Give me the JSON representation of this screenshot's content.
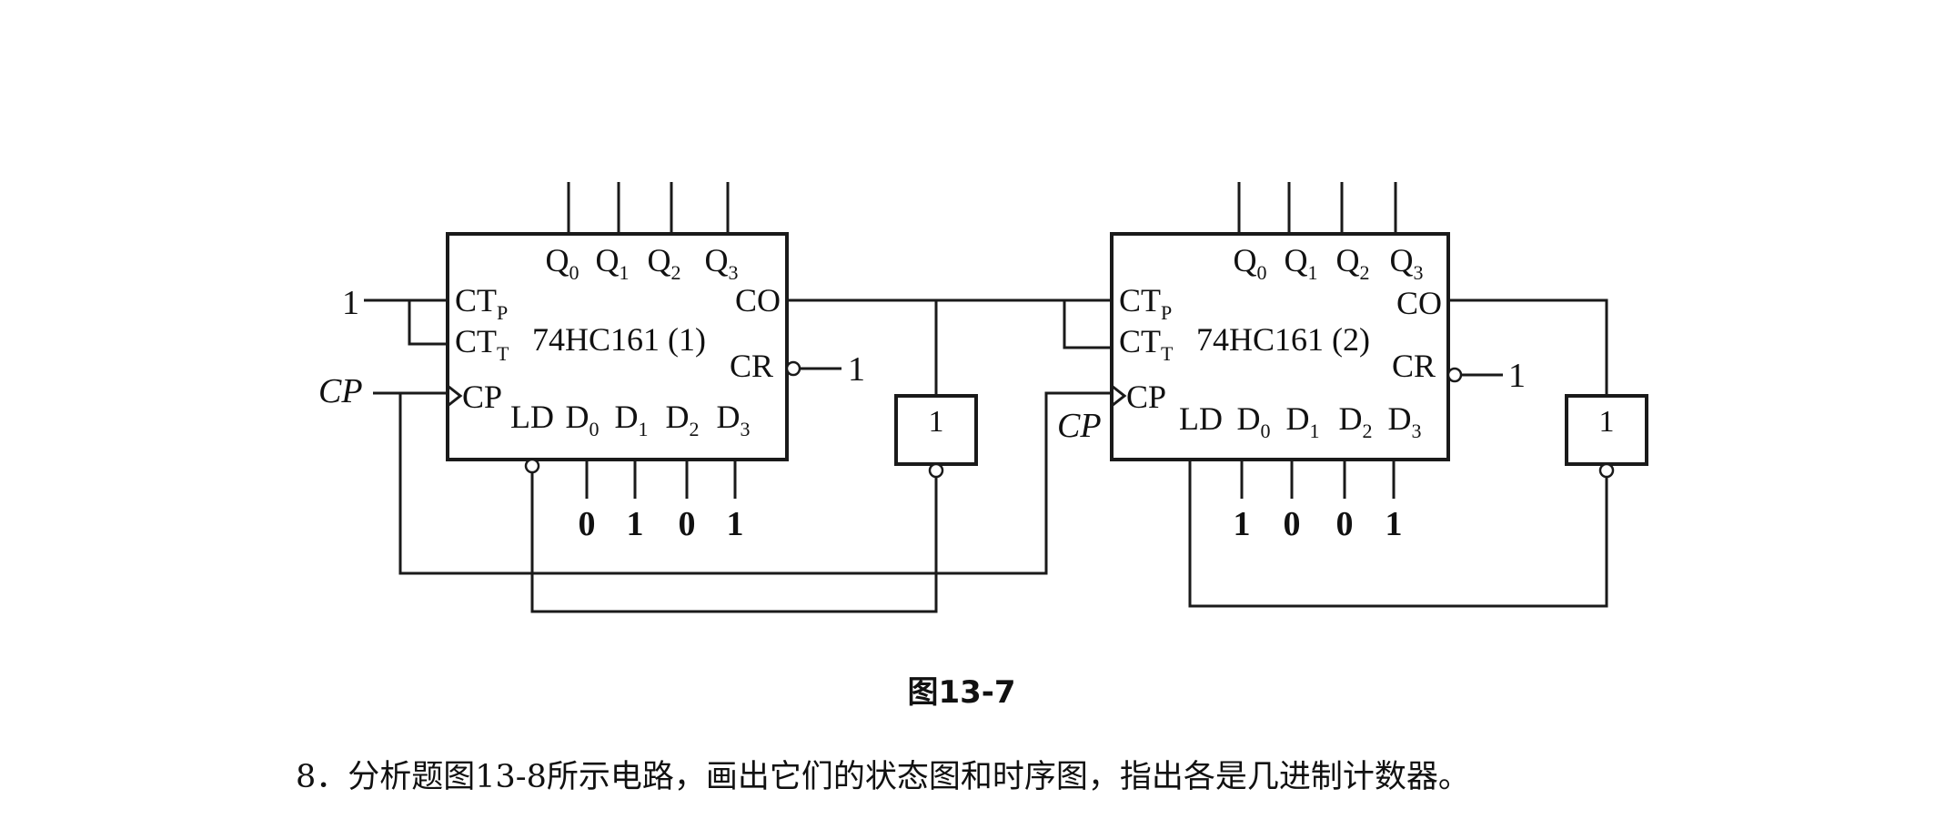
{
  "chip1": {
    "name": "74HC161 (1)",
    "outputs": [
      "Q",
      "Q",
      "Q",
      "Q"
    ],
    "outputs_sub": [
      "0",
      "1",
      "2",
      "3"
    ],
    "ctp": "CT",
    "ctp_sub": "P",
    "ctt": "CT",
    "ctt_sub": "T",
    "cp": "CP",
    "co": "CO",
    "cr": "CR",
    "ld": "LD",
    "inputs": [
      "D",
      "D",
      "D",
      "D"
    ],
    "inputs_sub": [
      "0",
      "1",
      "2",
      "3"
    ],
    "cr_value": "1",
    "ct_value": "1",
    "data_values": [
      "0",
      "1",
      "0",
      "1"
    ]
  },
  "chip2": {
    "name": "74HC161 (2)",
    "outputs": [
      "Q",
      "Q",
      "Q",
      "Q"
    ],
    "outputs_sub": [
      "0",
      "1",
      "2",
      "3"
    ],
    "ctp": "CT",
    "ctp_sub": "P",
    "ctt": "CT",
    "ctt_sub": "T",
    "cp": "CP",
    "co": "CO",
    "cr": "CR",
    "ld": "LD",
    "inputs": [
      "D",
      "D",
      "D",
      "D"
    ],
    "inputs_sub": [
      "0",
      "1",
      "2",
      "3"
    ],
    "cr_value": "1",
    "data_values": [
      "1",
      "0",
      "0",
      "1"
    ]
  },
  "clock1": "CP",
  "clock2": "CP",
  "gate1_label": "1",
  "gate2_label": "1",
  "caption": "图13-7",
  "question": "8．分析题图13-8所示电路，画出它们的状态图和时序图，指出各是几进制计数器。"
}
